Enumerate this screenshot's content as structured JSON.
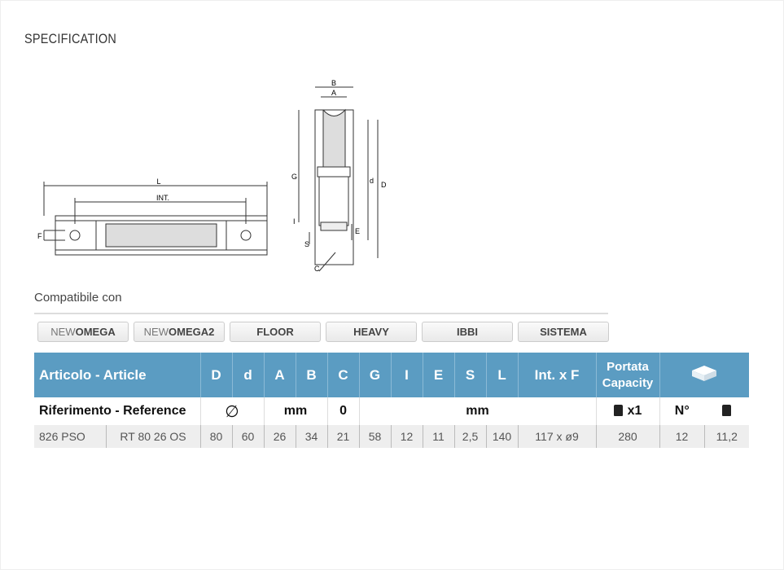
{
  "title": "SPECIFICATION",
  "drawing": {
    "side_labels": {
      "L": "L",
      "INT": "INT.",
      "F": "F"
    },
    "section_labels": {
      "B": "B",
      "A": "A",
      "G": "G",
      "d": "d",
      "D": "D",
      "I": "I",
      "S": "S",
      "C": "C",
      "E": "E"
    }
  },
  "compatible": {
    "label": "Compatibile con",
    "buttons": [
      {
        "pre": "NEW",
        "main": "OMEGA"
      },
      {
        "pre": "NEW",
        "main": "OMEGA2"
      },
      {
        "pre": "",
        "main": "FLOOR"
      },
      {
        "pre": "",
        "main": "HEAVY"
      },
      {
        "pre": "",
        "main": "IBBI"
      },
      {
        "pre": "",
        "main": "SISTEMA"
      }
    ]
  },
  "table": {
    "headers": {
      "article": "Articolo - Article",
      "D": "D",
      "d": "d",
      "A": "A",
      "B": "B",
      "C": "C",
      "G": "G",
      "I": "I",
      "E": "E",
      "S": "S",
      "L": "L",
      "intf": "Int. x F",
      "capacity1": "Portata",
      "capacity2": "Capacity"
    },
    "ref_row": {
      "label": "Riferimento - Reference",
      "diam": "∅",
      "mm1": "mm",
      "c_unit": "0",
      "mm2": "mm",
      "x1": "x1",
      "n": "N°"
    },
    "rows": [
      {
        "code": "826 PSO",
        "ref": "RT 80 26 OS",
        "D": "80",
        "d": "60",
        "A": "26",
        "B": "34",
        "C": "21",
        "G": "58",
        "I": "12",
        "E": "11",
        "S": "2,5",
        "L": "140",
        "intf": "117 x ø9",
        "capacity": "280",
        "n": "12",
        "weight": "11,2"
      }
    ]
  }
}
